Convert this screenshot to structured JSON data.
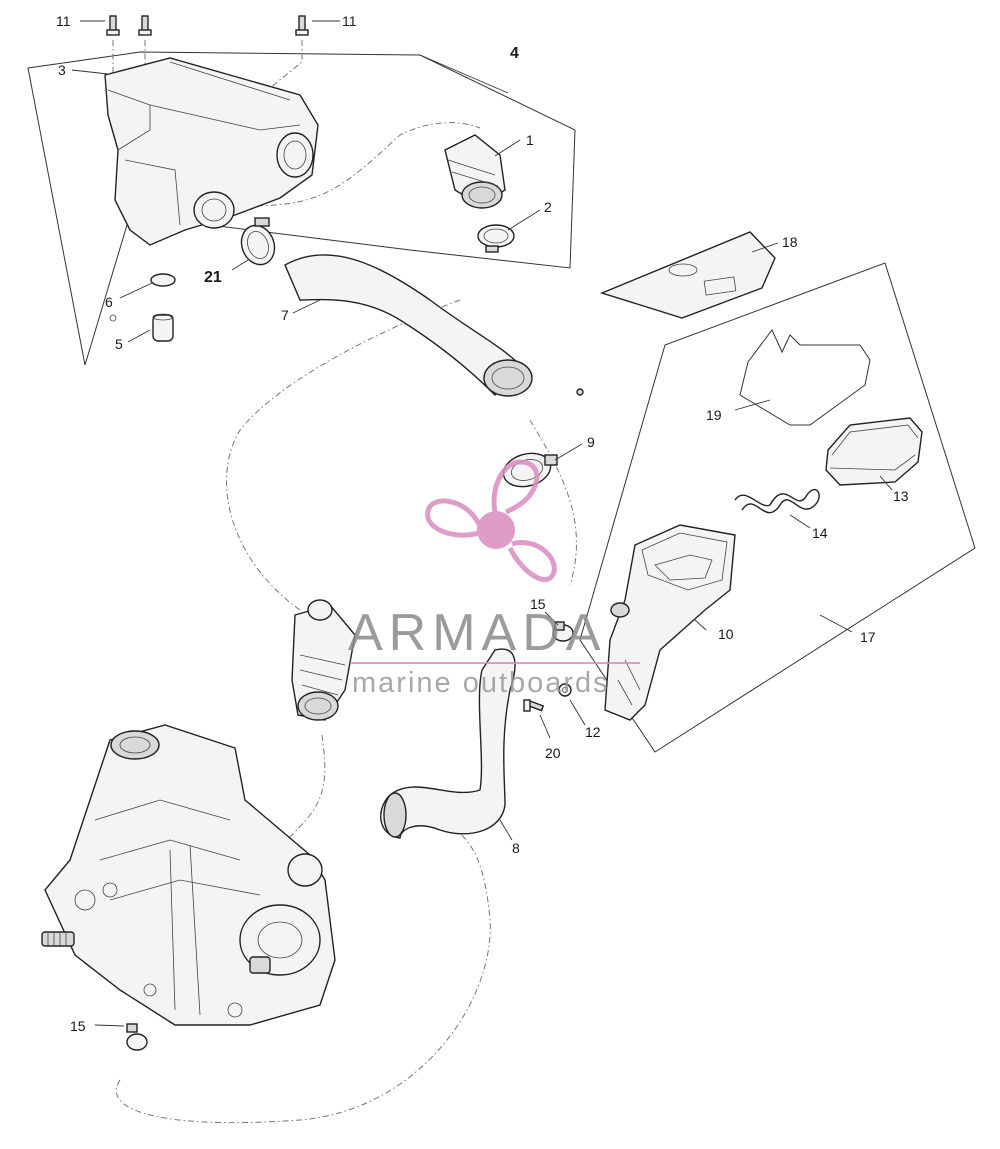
{
  "callouts": {
    "c1": "1",
    "c2": "2",
    "c3": "3",
    "c4": "4",
    "c5": "5",
    "c6": "6",
    "c7": "7",
    "c8": "8",
    "c9": "9",
    "c10": "10",
    "c11a": "11",
    "c11b": "11",
    "c12": "12",
    "c13": "13",
    "c14": "14",
    "c15a": "15",
    "c15b": "15",
    "c17": "17",
    "c18": "18",
    "c19": "19",
    "c20": "20",
    "c21": "21"
  },
  "watermark": {
    "brand": "ARMADA",
    "tagline": "marine outboards",
    "accent_color": "#d98cbf"
  },
  "icons": {
    "logo": "propeller-logo-icon"
  }
}
